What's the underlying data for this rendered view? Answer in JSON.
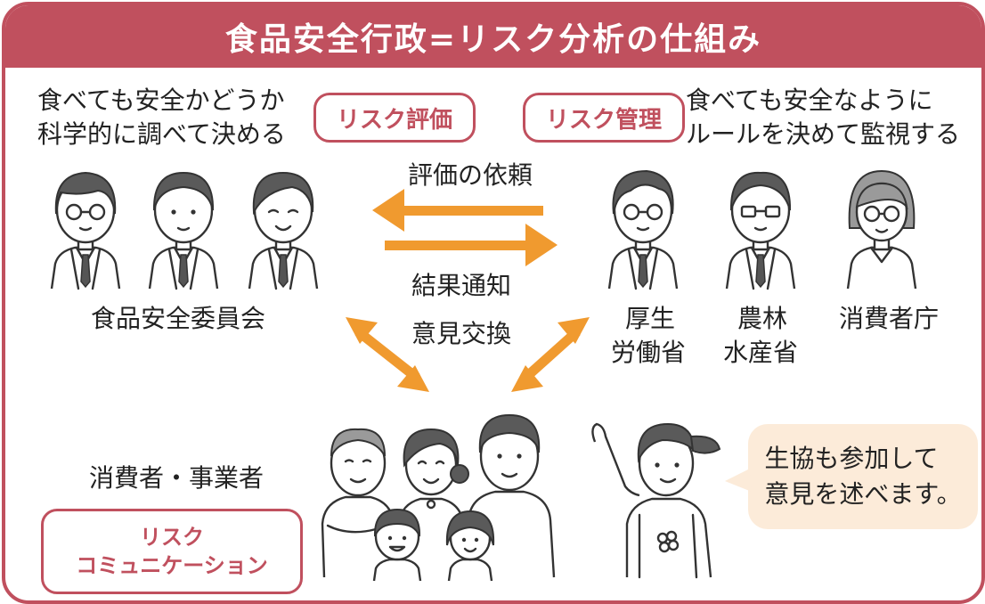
{
  "title": "食品安全行政=リスク分析の仕組み",
  "risk_assessment": {
    "badge": "リスク評価",
    "desc_line1": "食べても安全かどうか",
    "desc_line2": "科学的に調べて決める",
    "org": "食品安全委員会"
  },
  "risk_management": {
    "badge": "リスク管理",
    "desc_line1": "食べても安全なように",
    "desc_line2": "ルールを決めて監視する",
    "orgs": [
      {
        "line1": "厚生",
        "line2": "労働省"
      },
      {
        "line1": "農林",
        "line2": "水産省"
      },
      {
        "line1": "消費者庁",
        "line2": ""
      }
    ]
  },
  "arrows": {
    "request": "評価の依頼",
    "result": "結果通知",
    "exchange": "意見交換"
  },
  "consumers": {
    "label": "消費者・事業者",
    "badge_line1": "リスク",
    "badge_line2": "コミュニケーション"
  },
  "speech": {
    "line1": "生協も参加して",
    "line2": "意見を述べます。"
  },
  "colors": {
    "accent": "#c0505e",
    "arrow": "#f09a2f",
    "bubble": "#fcebd9"
  }
}
